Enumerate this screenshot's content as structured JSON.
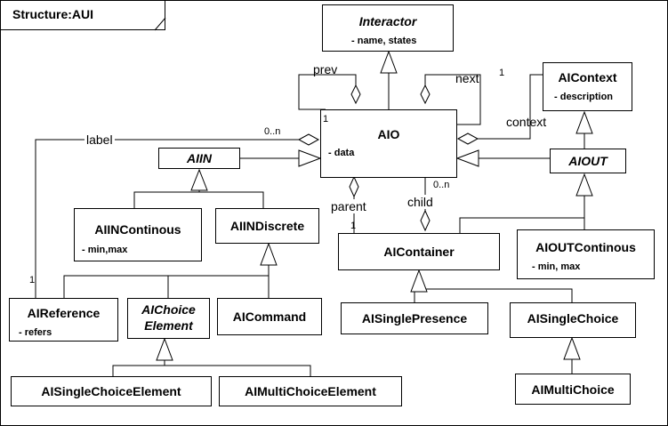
{
  "frame_title": "Structure:AUI",
  "classes": {
    "interactor": {
      "name": "Interactor",
      "attr": "- name, states"
    },
    "aicontext": {
      "name": "AIContext",
      "attr": "- description"
    },
    "aio": {
      "name": "AIO",
      "attr": "- data"
    },
    "aiin": {
      "name": "AIIN"
    },
    "aiout": {
      "name": "AIOUT"
    },
    "aiincont": {
      "name": "AIINContinous",
      "attr": "- min,max"
    },
    "aiindisc": {
      "name": "AIINDiscrete"
    },
    "aicontainer": {
      "name": "AIContainer"
    },
    "aioutcont": {
      "name": "AIOUTContinous",
      "attr": "- min, max"
    },
    "aireference": {
      "name": "AIReference",
      "attr": "- refers"
    },
    "aichoiceel": {
      "name_line1": "AIChoice",
      "name_line2": "Element"
    },
    "aicommand": {
      "name": "AICommand"
    },
    "aisinglepres": {
      "name": "AISinglePresence"
    },
    "aisinglechoice": {
      "name": "AISingleChoice"
    },
    "aisinglechoiceel": {
      "name": "AISingleChoiceElement"
    },
    "aimultichoiceel": {
      "name": "AIMultiChoiceElement"
    },
    "aimultichoice": {
      "name": "AIMultiChoice"
    }
  },
  "labels": {
    "prev": "prev",
    "next": "next",
    "context": "context",
    "label": "label",
    "parent": "parent",
    "child": "child"
  },
  "multiplicities": {
    "next_one": "1",
    "aio_one": "1",
    "label_many": "0..n",
    "child_many": "0..n",
    "parent_one": "1",
    "ref_one": "1"
  }
}
